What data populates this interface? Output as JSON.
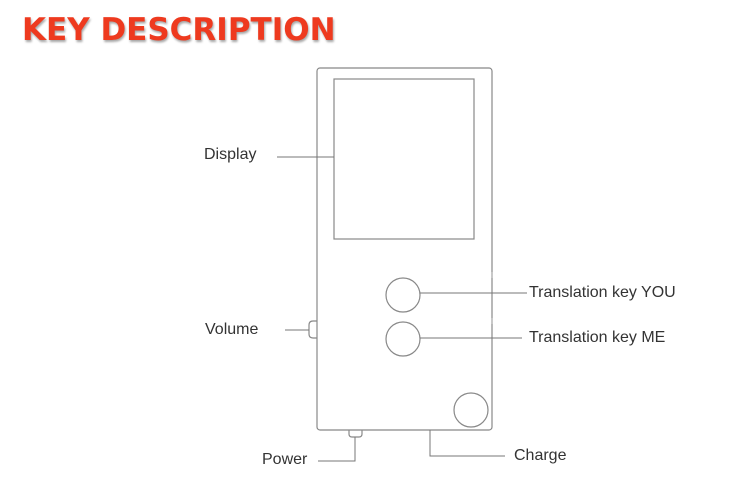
{
  "title": "KEY DESCRIPTION",
  "labels": {
    "display": "Display",
    "volume": "Volume",
    "power": "Power",
    "charge": "Charge",
    "translation_you": "Translation key YOU",
    "translation_me": "Translation key ME"
  },
  "colors": {
    "title": "#ee3a1f",
    "outline": "#888888",
    "label_text": "#333333"
  }
}
